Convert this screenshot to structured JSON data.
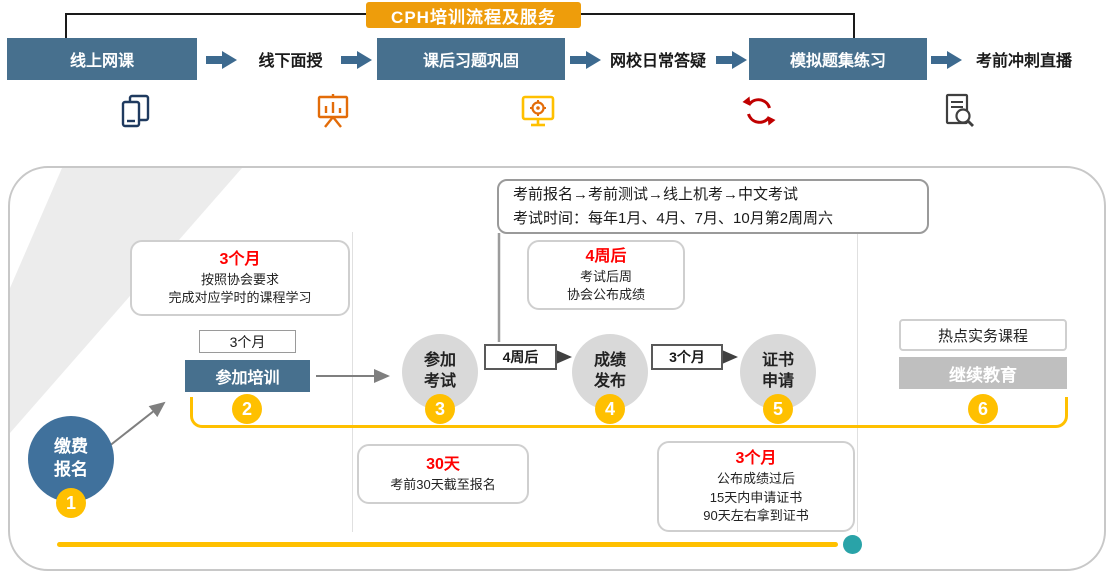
{
  "title": "CPH培训流程及服务",
  "top_row": {
    "items": [
      {
        "label": "线上网课"
      },
      {
        "label": "线下面授"
      },
      {
        "label": "课后习题巩固"
      },
      {
        "label": "网校日常答疑"
      },
      {
        "label": "模拟题集练习"
      },
      {
        "label": "考前冲刺直播"
      }
    ],
    "icons": [
      {
        "name": "devices-icon"
      },
      {
        "name": "presentation-chart-icon"
      },
      {
        "name": "monitor-gear-icon"
      },
      {
        "name": "refresh-arrows-icon"
      },
      {
        "name": "document-search-icon"
      }
    ]
  },
  "exam_info": {
    "line1": "考前报名→考前测试→线上机考→中文考试",
    "line2": "考试时间：每年1月、4月、7月、10月第2周周六"
  },
  "callouts": {
    "training": {
      "highlight": "3个月",
      "line1": "按照协会要求",
      "line2": "完成对应学时的课程学习"
    },
    "results": {
      "highlight": "4周后",
      "line1": "考试后周",
      "line2": "协会公布成绩"
    },
    "deadline": {
      "highlight": "30天",
      "line1": "考前30天截至报名"
    },
    "certificate": {
      "highlight": "3个月",
      "line1": "公布成绩过后",
      "line2": "15天内申请证书",
      "line3": "90天左右拿到证书"
    }
  },
  "flow": {
    "step1": {
      "num": "1",
      "line1": "缴费",
      "line2": "报名"
    },
    "pre_step2_box": "3个月",
    "step2": {
      "num": "2",
      "label": "参加培训"
    },
    "step3": {
      "num": "3",
      "line1": "参加",
      "line2": "考试"
    },
    "gap34_box": "4周后",
    "step4": {
      "num": "4",
      "line1": "成绩",
      "line2": "发布"
    },
    "gap45_box": "3个月",
    "step5": {
      "num": "5",
      "line1": "证书",
      "line2": "申请"
    },
    "step6": {
      "num": "6",
      "label": "继续教育",
      "topic_box": "热点实务课程"
    }
  },
  "colors": {
    "steel_blue": "#47708E",
    "deep_blue": "#40719C",
    "badge_orange": "#EE9D0B",
    "accent_yellow": "#FFC000",
    "highlight_red": "#FF0000",
    "circle_gray": "#D9D9D9",
    "box_gray": "#BFBFBF",
    "teal_dot": "#29A3A8"
  }
}
